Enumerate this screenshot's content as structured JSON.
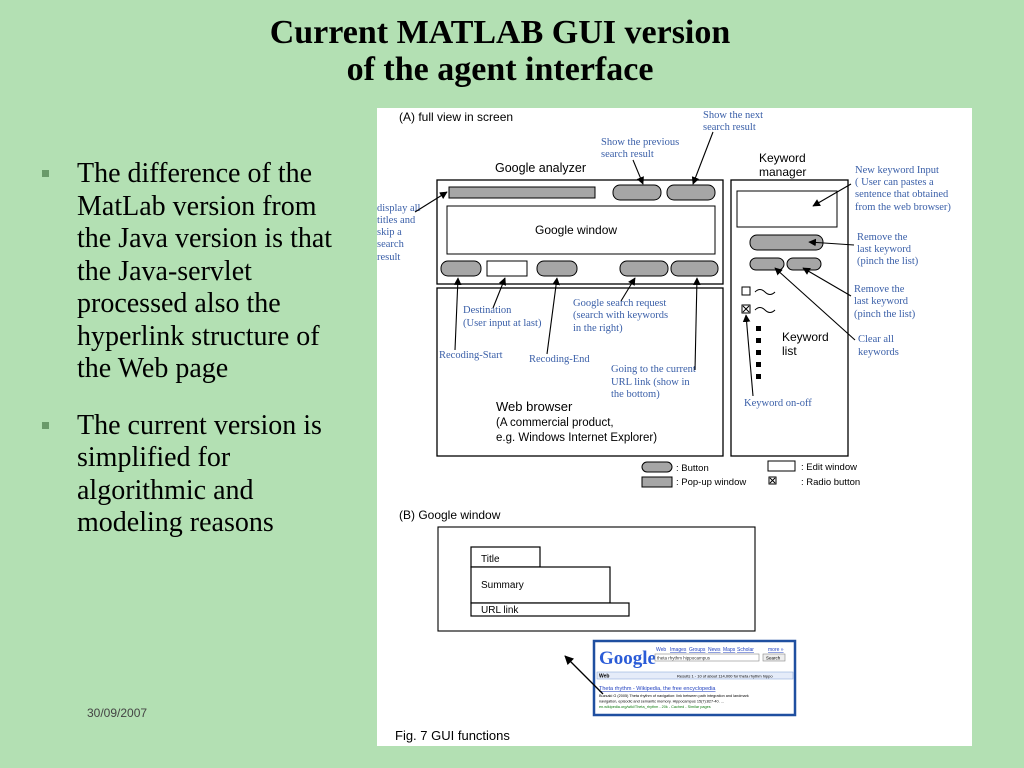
{
  "slide": {
    "title_line1": "Current MATLAB GUI version",
    "title_line2": "of the agent interface",
    "bullets": [
      "The difference of the MatLab version from the Java version is that the Java-servlet processed also the hyperlink structure of the Web page",
      "The current version is simplified for algorithmic and modeling reasons"
    ],
    "date": "30/09/2007"
  },
  "figure": {
    "section_a_label": "(A) full view in screen",
    "google_analyzer_label": "Google analyzer",
    "google_window_label": "Google window",
    "keyword_manager_line1": "Keyword",
    "keyword_manager_line2": "manager",
    "keyword_list_line1": "Keyword",
    "keyword_list_line2": "list",
    "web_browser_line1": "Web browser",
    "web_browser_line2": "(A commercial product,",
    "web_browser_line3": "e.g. Windows Internet Explorer)",
    "annotations": {
      "show_next": [
        "Show the next",
        "search result"
      ],
      "show_previous": [
        "Show the previous",
        "search result"
      ],
      "display_all": [
        "display all",
        "titles and",
        "skip a",
        "search",
        "result"
      ],
      "new_keyword": [
        "New keyword Input",
        "( User can pastes a",
        "sentence that obtained",
        "from the web browser)"
      ],
      "remove_last_1": [
        "Remove the",
        "last keyword",
        "(pinch the list)"
      ],
      "remove_last_2": [
        "Remove the",
        "last keyword",
        "(pinch the list)"
      ],
      "clear_all": [
        "Clear all",
        "keywords"
      ],
      "destination": [
        "Destination",
        "(User input at last)"
      ],
      "google_search_request": [
        "Google search request",
        "(search with keywords",
        "in the right)"
      ],
      "recoding_start": [
        "Recoding-Start"
      ],
      "recoding_end": [
        "Recoding-End"
      ],
      "going_to_url": [
        "Going to the current",
        "URL link (show in",
        "the bottom)"
      ],
      "keyword_on_off": [
        "Keyword on-off"
      ]
    },
    "legend": {
      "button": ": Button",
      "popup": ": Pop-up window",
      "edit": ": Edit window",
      "radio": ": Radio button"
    },
    "section_b_label": "(B) Google window",
    "google_b": {
      "title": "Title",
      "summary": "Summary",
      "url": "URL link"
    },
    "thumbnail": {
      "logo": "Google",
      "tabs": [
        "Web",
        "Images",
        "Groups",
        "News",
        "Maps",
        "Scholar",
        "more »"
      ],
      "query": "theta rhythm hippocampus",
      "search_btn": "Search",
      "web_label": "Web",
      "results_info": "Results 1 - 10 of about 114,000 for theta rhythm hippo",
      "result_title": "Theta rhythm - Wikipedia, the free encyclopedia",
      "result_snippet_1": "Buzsaki G (2005) Theta rhythm of navigation: link between path integration and landmark",
      "result_snippet_2": "navigation, episodic and semantic memory. Hippocampus 15(7):827-40. ...",
      "result_url": "en.wikipedia.org/wiki/Theta_rhythm - 20k - Cached - Similar pages"
    },
    "caption": "Fig. 7  GUI functions"
  },
  "colors": {
    "background": "#b3e0b3",
    "annotation_blue": "#3a5fa8",
    "button_gray": "#a6a6a6"
  }
}
